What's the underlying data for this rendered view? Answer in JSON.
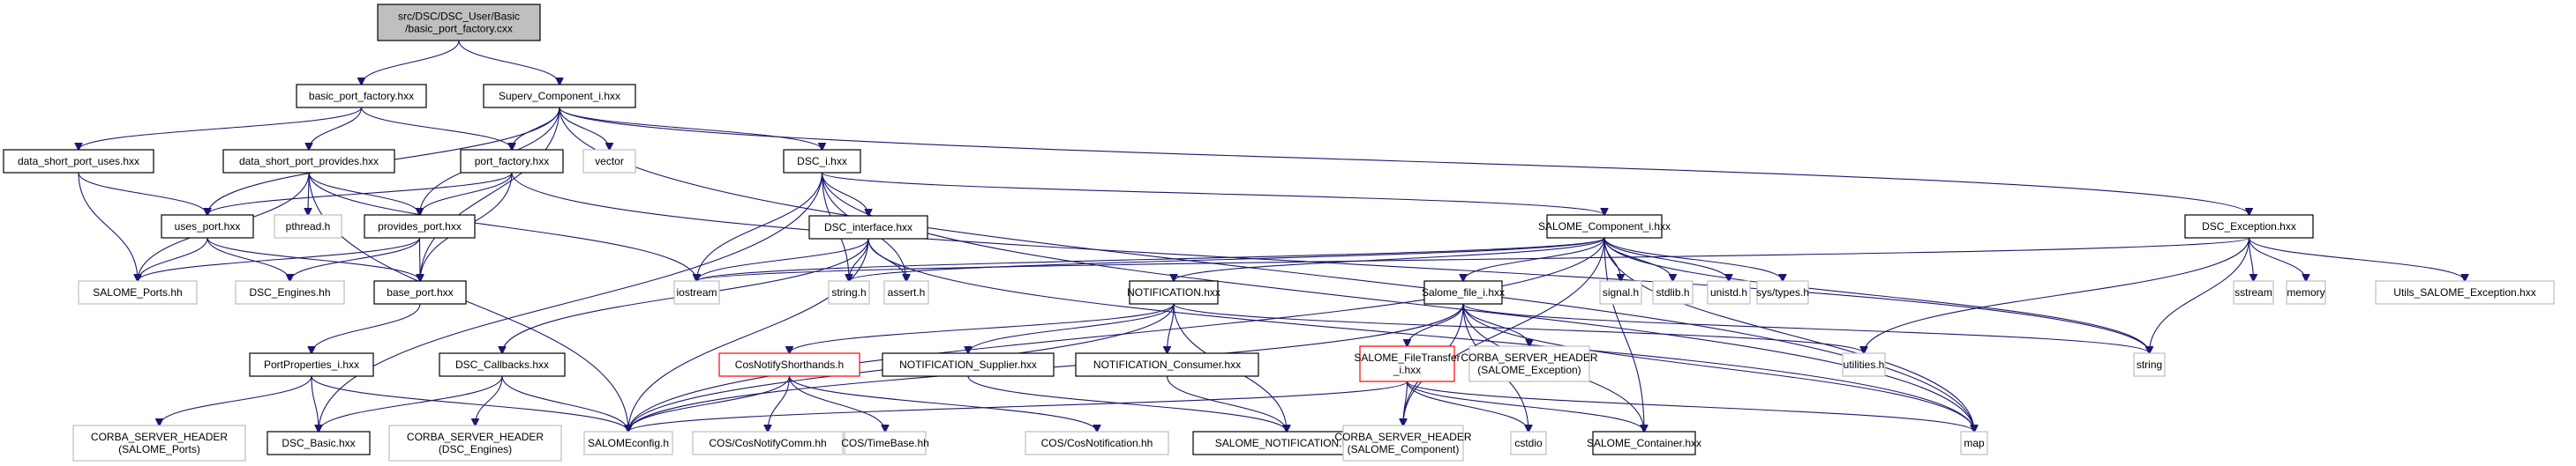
{
  "title": "basic_port_factory.cxx include dependency graph",
  "colors": {
    "edge": "#191970",
    "root_fill": "#bfbfbf",
    "documented_border": "#000000",
    "external_border": "#bfbfbf",
    "truncated_border": "#ff0000"
  },
  "nodes": [
    {
      "id": "root",
      "lines": [
        "src/DSC/DSC_User/Basic",
        "/basic_port_factory.cxx"
      ],
      "kind": "root"
    },
    {
      "id": "basic_port_factory_hxx",
      "lines": [
        "basic_port_factory.hxx"
      ],
      "kind": "doc"
    },
    {
      "id": "superv_component_i",
      "lines": [
        "Superv_Component_i.hxx"
      ],
      "kind": "doc"
    },
    {
      "id": "data_short_port_uses",
      "lines": [
        "data_short_port_uses.hxx"
      ],
      "kind": "doc"
    },
    {
      "id": "data_short_port_provides",
      "lines": [
        "data_short_port_provides.hxx"
      ],
      "kind": "doc"
    },
    {
      "id": "port_factory",
      "lines": [
        "port_factory.hxx"
      ],
      "kind": "doc"
    },
    {
      "id": "vector",
      "lines": [
        "vector"
      ],
      "kind": "ext"
    },
    {
      "id": "dsc_i",
      "lines": [
        "DSC_i.hxx"
      ],
      "kind": "doc"
    },
    {
      "id": "uses_port",
      "lines": [
        "uses_port.hxx"
      ],
      "kind": "doc"
    },
    {
      "id": "pthread",
      "lines": [
        "pthread.h"
      ],
      "kind": "ext"
    },
    {
      "id": "provides_port",
      "lines": [
        "provides_port.hxx"
      ],
      "kind": "doc"
    },
    {
      "id": "dsc_interface",
      "lines": [
        "DSC_interface.hxx"
      ],
      "kind": "doc"
    },
    {
      "id": "salome_component_i",
      "lines": [
        "SALOME_Component_i.hxx"
      ],
      "kind": "doc"
    },
    {
      "id": "dsc_exception",
      "lines": [
        "DSC_Exception.hxx"
      ],
      "kind": "doc"
    },
    {
      "id": "salome_ports_hh",
      "lines": [
        "SALOME_Ports.hh"
      ],
      "kind": "ext"
    },
    {
      "id": "dsc_engines_hh",
      "lines": [
        "DSC_Engines.hh"
      ],
      "kind": "ext"
    },
    {
      "id": "base_port",
      "lines": [
        "base_port.hxx"
      ],
      "kind": "doc"
    },
    {
      "id": "iostream",
      "lines": [
        "iostream"
      ],
      "kind": "ext"
    },
    {
      "id": "string_h",
      "lines": [
        "string.h"
      ],
      "kind": "ext"
    },
    {
      "id": "assert_h",
      "lines": [
        "assert.h"
      ],
      "kind": "ext"
    },
    {
      "id": "notification_hxx",
      "lines": [
        "NOTIFICATION.hxx"
      ],
      "kind": "doc"
    },
    {
      "id": "salome_file_i",
      "lines": [
        "Salome_file_i.hxx"
      ],
      "kind": "doc"
    },
    {
      "id": "signal_h",
      "lines": [
        "signal.h"
      ],
      "kind": "ext"
    },
    {
      "id": "stdlib_h",
      "lines": [
        "stdlib.h"
      ],
      "kind": "ext"
    },
    {
      "id": "unistd_h",
      "lines": [
        "unistd.h"
      ],
      "kind": "ext"
    },
    {
      "id": "sys_types_h",
      "lines": [
        "sys/types.h"
      ],
      "kind": "ext"
    },
    {
      "id": "sstream",
      "lines": [
        "sstream"
      ],
      "kind": "ext"
    },
    {
      "id": "memory",
      "lines": [
        "memory"
      ],
      "kind": "ext"
    },
    {
      "id": "utils_salome_exception",
      "lines": [
        "Utils_SALOME_Exception.hxx"
      ],
      "kind": "ext"
    },
    {
      "id": "portproperties_i",
      "lines": [
        "PortProperties_i.hxx"
      ],
      "kind": "doc"
    },
    {
      "id": "dsc_callbacks",
      "lines": [
        "DSC_Callbacks.hxx"
      ],
      "kind": "doc"
    },
    {
      "id": "cosnotifyshorthands",
      "lines": [
        "CosNotifyShorthands.h"
      ],
      "kind": "red"
    },
    {
      "id": "notification_supplier",
      "lines": [
        "NOTIFICATION_Supplier.hxx"
      ],
      "kind": "doc"
    },
    {
      "id": "notification_consumer",
      "lines": [
        "NOTIFICATION_Consumer.hxx"
      ],
      "kind": "doc"
    },
    {
      "id": "salome_filetransfer_i",
      "lines": [
        "SALOME_FileTransfer",
        "_i.hxx"
      ],
      "kind": "red"
    },
    {
      "id": "corba_salome_exception",
      "lines": [
        "CORBA_SERVER_HEADER",
        "(SALOME_Exception)"
      ],
      "kind": "ext"
    },
    {
      "id": "utilities_h",
      "lines": [
        "utilities.h"
      ],
      "kind": "ext"
    },
    {
      "id": "string",
      "lines": [
        "string"
      ],
      "kind": "ext"
    },
    {
      "id": "corba_salome_ports",
      "lines": [
        "CORBA_SERVER_HEADER",
        "(SALOME_Ports)"
      ],
      "kind": "ext"
    },
    {
      "id": "dsc_basic",
      "lines": [
        "DSC_Basic.hxx"
      ],
      "kind": "doc"
    },
    {
      "id": "corba_dsc_engines",
      "lines": [
        "CORBA_SERVER_HEADER",
        "(DSC_Engines)"
      ],
      "kind": "ext"
    },
    {
      "id": "salomeconfig_h",
      "lines": [
        "SALOMEconfig.h"
      ],
      "kind": "ext"
    },
    {
      "id": "cos_cosnotifycomm",
      "lines": [
        "COS/CosNotifyComm.hh"
      ],
      "kind": "ext"
    },
    {
      "id": "cos_timebase",
      "lines": [
        "COS/TimeBase.hh"
      ],
      "kind": "ext"
    },
    {
      "id": "cos_cosnotification",
      "lines": [
        "COS/CosNotification.hh"
      ],
      "kind": "ext"
    },
    {
      "id": "salome_notification",
      "lines": [
        "SALOME_NOTIFICATION.hxx"
      ],
      "kind": "doc"
    },
    {
      "id": "corba_salome_component",
      "lines": [
        "CORBA_SERVER_HEADER",
        "(SALOME_Component)"
      ],
      "kind": "ext"
    },
    {
      "id": "cstdio",
      "lines": [
        "cstdio"
      ],
      "kind": "ext"
    },
    {
      "id": "salome_container",
      "lines": [
        "SALOME_Container.hxx"
      ],
      "kind": "doc"
    },
    {
      "id": "map",
      "lines": [
        "map"
      ],
      "kind": "ext"
    }
  ],
  "edges": [
    [
      "root",
      "basic_port_factory_hxx"
    ],
    [
      "root",
      "superv_component_i"
    ],
    [
      "basic_port_factory_hxx",
      "data_short_port_uses"
    ],
    [
      "basic_port_factory_hxx",
      "data_short_port_provides"
    ],
    [
      "basic_port_factory_hxx",
      "port_factory"
    ],
    [
      "superv_component_i",
      "uses_port"
    ],
    [
      "superv_component_i",
      "provides_port"
    ],
    [
      "superv_component_i",
      "port_factory"
    ],
    [
      "superv_component_i",
      "vector"
    ],
    [
      "superv_component_i",
      "dsc_i"
    ],
    [
      "superv_component_i",
      "base_port"
    ],
    [
      "superv_component_i",
      "dsc_exception"
    ],
    [
      "superv_component_i",
      "map"
    ],
    [
      "data_short_port_uses",
      "uses_port"
    ],
    [
      "data_short_port_uses",
      "salome_ports_hh"
    ],
    [
      "data_short_port_provides",
      "provides_port"
    ],
    [
      "data_short_port_provides",
      "pthread"
    ],
    [
      "data_short_port_provides",
      "salome_ports_hh"
    ],
    [
      "data_short_port_provides",
      "iostream"
    ],
    [
      "data_short_port_provides",
      "salomeconfig_h"
    ],
    [
      "port_factory",
      "uses_port"
    ],
    [
      "port_factory",
      "provides_port"
    ],
    [
      "port_factory",
      "base_port"
    ],
    [
      "port_factory",
      "string"
    ],
    [
      "uses_port",
      "salome_ports_hh"
    ],
    [
      "uses_port",
      "dsc_engines_hh"
    ],
    [
      "uses_port",
      "base_port"
    ],
    [
      "provides_port",
      "salome_ports_hh"
    ],
    [
      "provides_port",
      "dsc_engines_hh"
    ],
    [
      "provides_port",
      "base_port"
    ],
    [
      "base_port",
      "portproperties_i"
    ],
    [
      "portproperties_i",
      "corba_salome_ports"
    ],
    [
      "portproperties_i",
      "dsc_basic"
    ],
    [
      "portproperties_i",
      "salomeconfig_h"
    ],
    [
      "dsc_i",
      "dsc_interface"
    ],
    [
      "dsc_i",
      "iostream"
    ],
    [
      "dsc_i",
      "string_h"
    ],
    [
      "dsc_i",
      "assert_h"
    ],
    [
      "dsc_i",
      "dsc_basic"
    ],
    [
      "dsc_i",
      "salome_component_i"
    ],
    [
      "dsc_i",
      "map"
    ],
    [
      "dsc_interface",
      "iostream"
    ],
    [
      "dsc_interface",
      "string_h"
    ],
    [
      "dsc_interface",
      "assert_h"
    ],
    [
      "dsc_interface",
      "dsc_callbacks"
    ],
    [
      "dsc_interface",
      "salomeconfig_h"
    ],
    [
      "dsc_interface",
      "map"
    ],
    [
      "dsc_callbacks",
      "dsc_basic"
    ],
    [
      "dsc_callbacks",
      "corba_dsc_engines"
    ],
    [
      "dsc_callbacks",
      "salomeconfig_h"
    ],
    [
      "salome_component_i",
      "iostream"
    ],
    [
      "salome_component_i",
      "string_h"
    ],
    [
      "salome_component_i",
      "notification_hxx"
    ],
    [
      "salome_component_i",
      "salome_file_i"
    ],
    [
      "salome_component_i",
      "signal_h"
    ],
    [
      "salome_component_i",
      "stdlib_h"
    ],
    [
      "salome_component_i",
      "unistd_h"
    ],
    [
      "salome_component_i",
      "sys_types_h"
    ],
    [
      "salome_component_i",
      "salomeconfig_h"
    ],
    [
      "salome_component_i",
      "corba_salome_component"
    ],
    [
      "salome_component_i",
      "salome_container"
    ],
    [
      "salome_component_i",
      "map"
    ],
    [
      "salome_component_i",
      "string"
    ],
    [
      "dsc_exception",
      "iostream"
    ],
    [
      "dsc_exception",
      "string"
    ],
    [
      "dsc_exception",
      "sstream"
    ],
    [
      "dsc_exception",
      "memory"
    ],
    [
      "dsc_exception",
      "utils_salome_exception"
    ],
    [
      "dsc_exception",
      "utilities_h"
    ],
    [
      "notification_hxx",
      "cosnotifyshorthands"
    ],
    [
      "notification_hxx",
      "notification_supplier"
    ],
    [
      "notification_hxx",
      "notification_consumer"
    ],
    [
      "notification_hxx",
      "salome_notification"
    ],
    [
      "notification_hxx",
      "utilities_h"
    ],
    [
      "notification_hxx",
      "salomeconfig_h"
    ],
    [
      "cosnotifyshorthands",
      "salomeconfig_h"
    ],
    [
      "cosnotifyshorthands",
      "cos_cosnotifycomm"
    ],
    [
      "cosnotifyshorthands",
      "cos_timebase"
    ],
    [
      "cosnotifyshorthands",
      "cos_cosnotification"
    ],
    [
      "notification_supplier",
      "salome_notification"
    ],
    [
      "notification_consumer",
      "salome_notification"
    ],
    [
      "salome_file_i",
      "salome_filetransfer_i"
    ],
    [
      "salome_file_i",
      "corba_salome_exception"
    ],
    [
      "salome_file_i",
      "corba_salome_component"
    ],
    [
      "salome_file_i",
      "salomeconfig_h"
    ],
    [
      "salome_file_i",
      "cstdio"
    ],
    [
      "salome_file_i",
      "salome_container"
    ],
    [
      "salome_file_i",
      "map"
    ],
    [
      "salome_file_i",
      "string"
    ],
    [
      "salome_filetransfer_i",
      "salomeconfig_h"
    ],
    [
      "salome_filetransfer_i",
      "corba_salome_component"
    ],
    [
      "salome_filetransfer_i",
      "cstdio"
    ],
    [
      "salome_filetransfer_i",
      "salome_container"
    ],
    [
      "salome_filetransfer_i",
      "map"
    ]
  ]
}
